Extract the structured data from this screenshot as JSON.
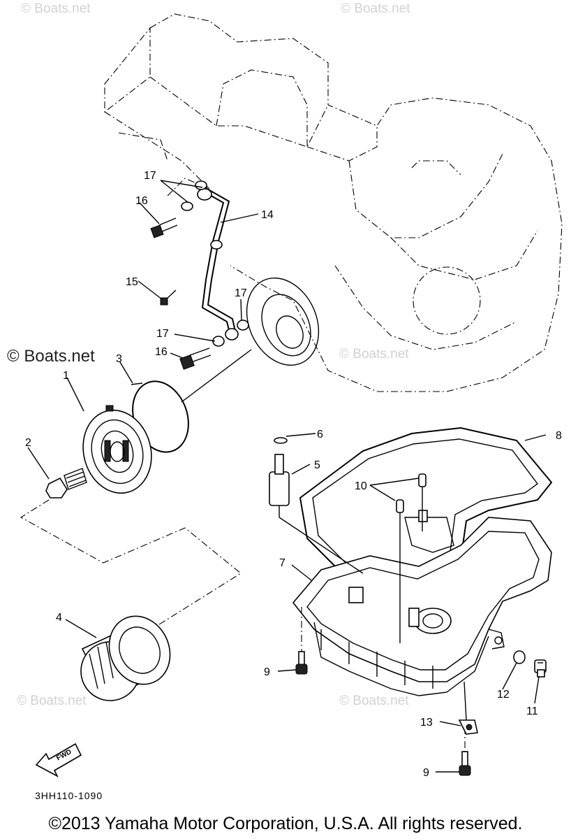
{
  "watermarks": {
    "top_left": "© Boats.net",
    "top_right": "© Boats.net",
    "mid_left": "© Boats.net",
    "mid_right": "© Boats.net",
    "bottom_left": "© Boats.net",
    "bottom_right": "© Boats.net"
  },
  "callouts": {
    "c1": "1",
    "c2": "2",
    "c3": "3",
    "c4": "4",
    "c5": "5",
    "c6": "6",
    "c7": "7",
    "c8": "8",
    "c9a": "9",
    "c9b": "9",
    "c10": "10",
    "c11": "11",
    "c12": "12",
    "c13": "13",
    "c14": "14",
    "c15": "15",
    "c16a": "16",
    "c16b": "16",
    "c17a": "17",
    "c17b": "17",
    "c17c": "17"
  },
  "fwd_label": "FWD",
  "diagram_code": "3HH110-1090",
  "copyright": "©2013 Yamaha Motor Corporation, U.S.A. All rights reserved."
}
